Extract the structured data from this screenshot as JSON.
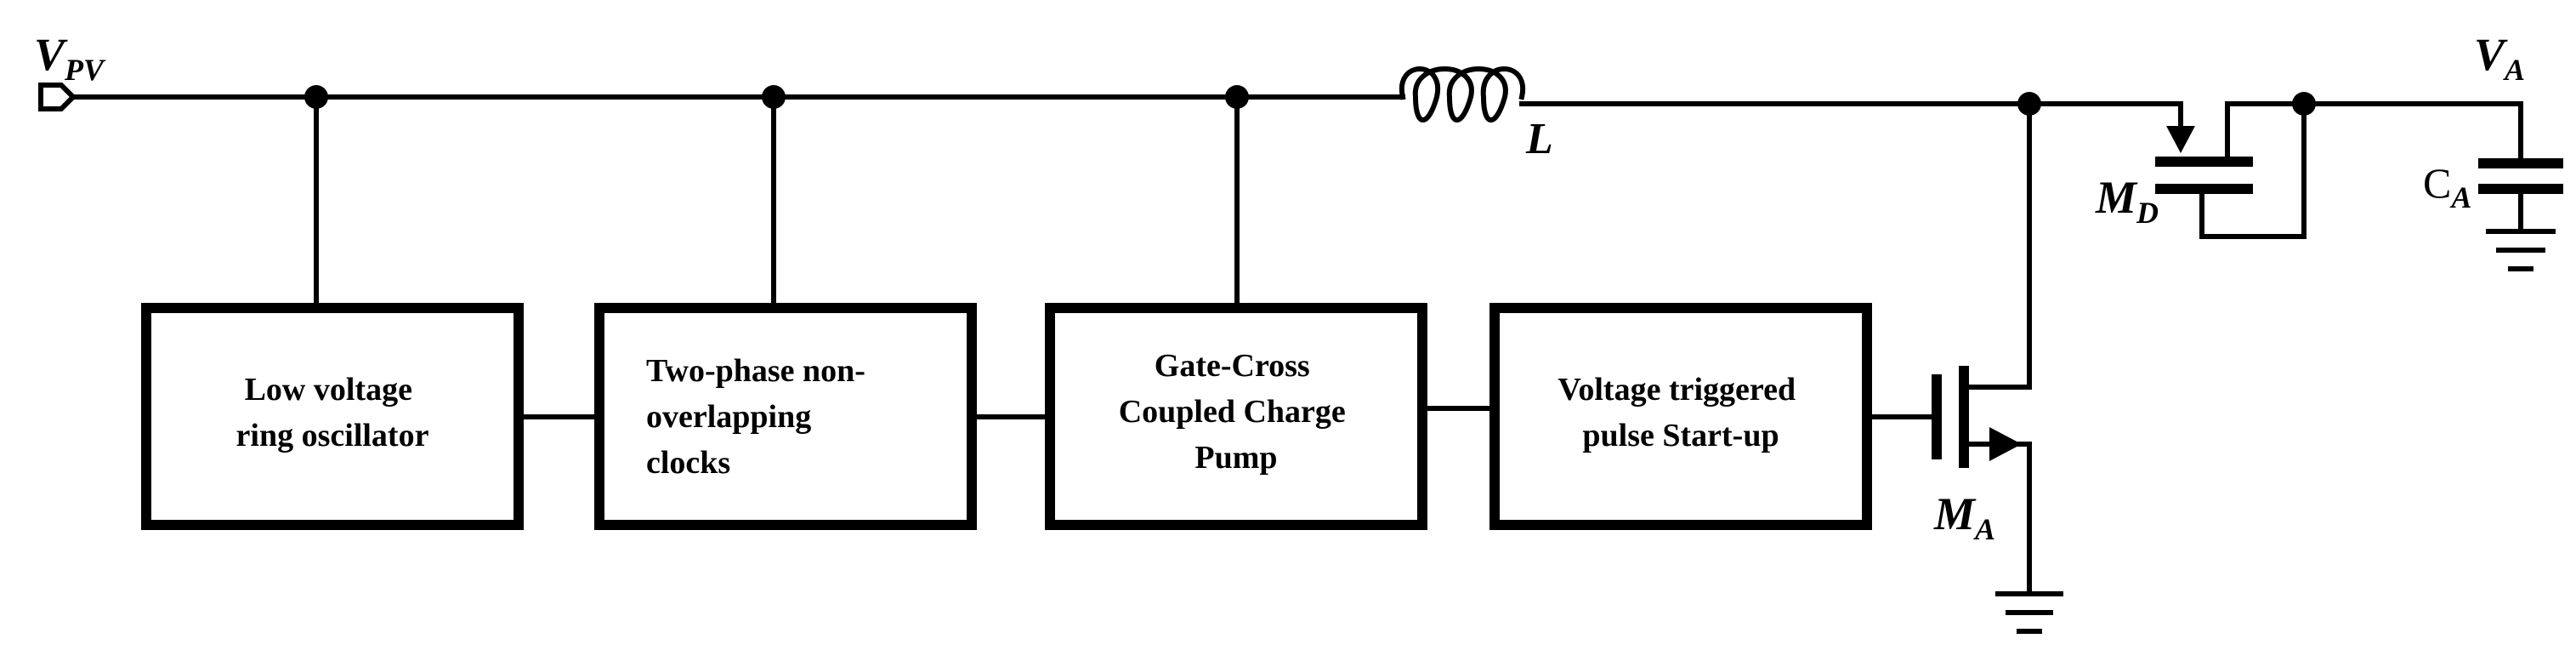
{
  "nodes": {
    "input": {
      "main": "V",
      "sub": "PV"
    },
    "output": {
      "main": "V",
      "sub": "A"
    }
  },
  "components": {
    "inductor": {
      "label": "L"
    },
    "transistor_a": {
      "main": "M",
      "sub": "A"
    },
    "transistor_d": {
      "main": "M",
      "sub": "D"
    },
    "capacitor": {
      "main": "C",
      "sub": "A"
    }
  },
  "blocks": [
    {
      "lines": [
        "Low voltage",
        "ring oscillator"
      ]
    },
    {
      "lines": [
        "Two-phase non-",
        "overlapping",
        "clocks"
      ]
    },
    {
      "lines": [
        "Gate-Cross",
        "Coupled Charge",
        "Pump"
      ]
    },
    {
      "lines": [
        "Voltage triggered",
        "pulse Start-up"
      ]
    }
  ]
}
